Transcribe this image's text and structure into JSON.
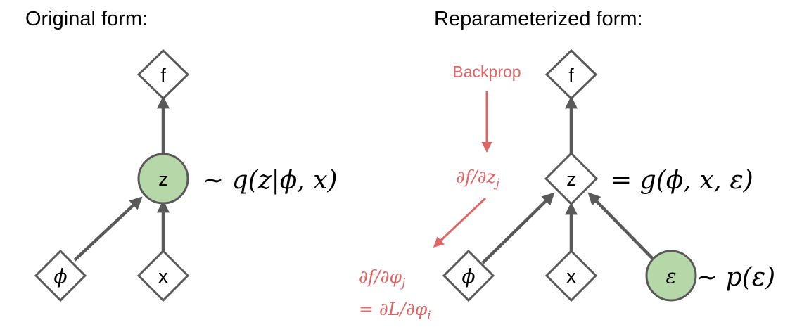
{
  "left": {
    "title": "Original form:",
    "nodes": {
      "f": "f",
      "z": "z",
      "phi": "ϕ",
      "x": "x"
    },
    "z_distribution": "∼ q(z|ϕ, x)"
  },
  "right": {
    "title": "Reparameterized form:",
    "nodes": {
      "f": "f",
      "z": "z",
      "phi": "ϕ",
      "x": "x",
      "epsilon": "ε"
    },
    "z_function": "= g(ϕ, x, ε)",
    "epsilon_distribution": "∼ p(ε)",
    "backprop_label": "Backprop",
    "gradient_z": "∂f/∂z",
    "gradient_z_sub": "j",
    "gradient_phi_line1": "∂f/∂φ",
    "gradient_phi_line1_sub": "j",
    "gradient_phi_line2": "= ∂L/∂φ",
    "gradient_phi_line2_sub": "i"
  },
  "colors": {
    "node_stroke": "#595959",
    "stochastic_fill": "#b6d7a8",
    "gradient_red": "#e06666"
  }
}
